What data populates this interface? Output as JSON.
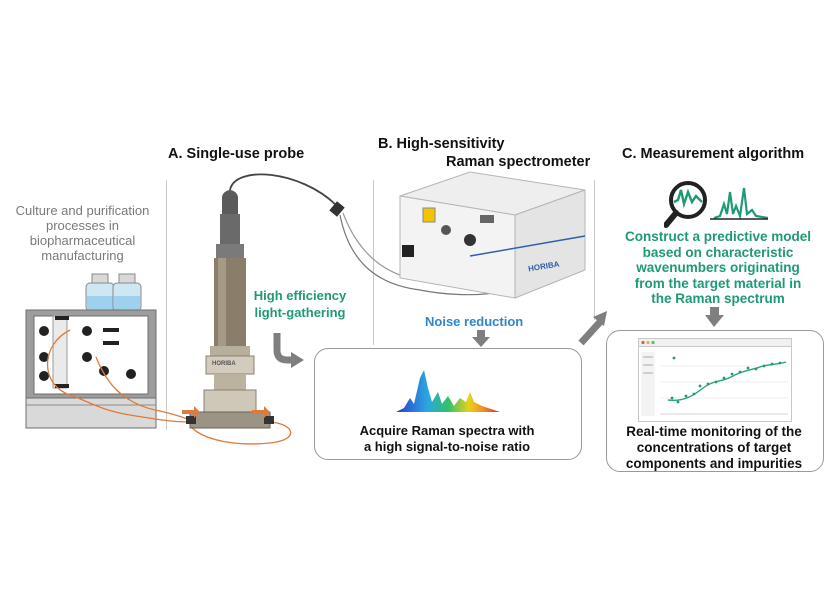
{
  "left": {
    "caption_lines": [
      "Culture and purification",
      "processes in",
      "biopharmaceutical",
      "manufacturing"
    ]
  },
  "section_a": {
    "heading": "A. Single-use probe",
    "probe_label": "HORIBA",
    "note_lines": [
      "High efficiency",
      "light-gathering"
    ]
  },
  "section_b": {
    "heading_line1": "B. High-sensitivity",
    "heading_line2": "Raman spectrometer",
    "device_brand": "HORIBA",
    "noise_label": "Noise reduction",
    "result_lines": [
      "Acquire Raman spectra with",
      "a high signal-to-noise ratio"
    ]
  },
  "section_c": {
    "heading": "C. Measurement algorithm",
    "model_lines": [
      "Construct a predictive model",
      "based on characteristic",
      "wavenumbers originating",
      "from the target material in",
      "the Raman spectrum"
    ],
    "monitor_lines": [
      "Real-time monitoring of the",
      "concentrations of target",
      "components and impurities"
    ]
  },
  "colors": {
    "accent_green": "#1e9a76",
    "accent_blue": "#2f86c8",
    "arrow_gray": "#7f7f7f",
    "tube_orange": "#e07a3c"
  }
}
